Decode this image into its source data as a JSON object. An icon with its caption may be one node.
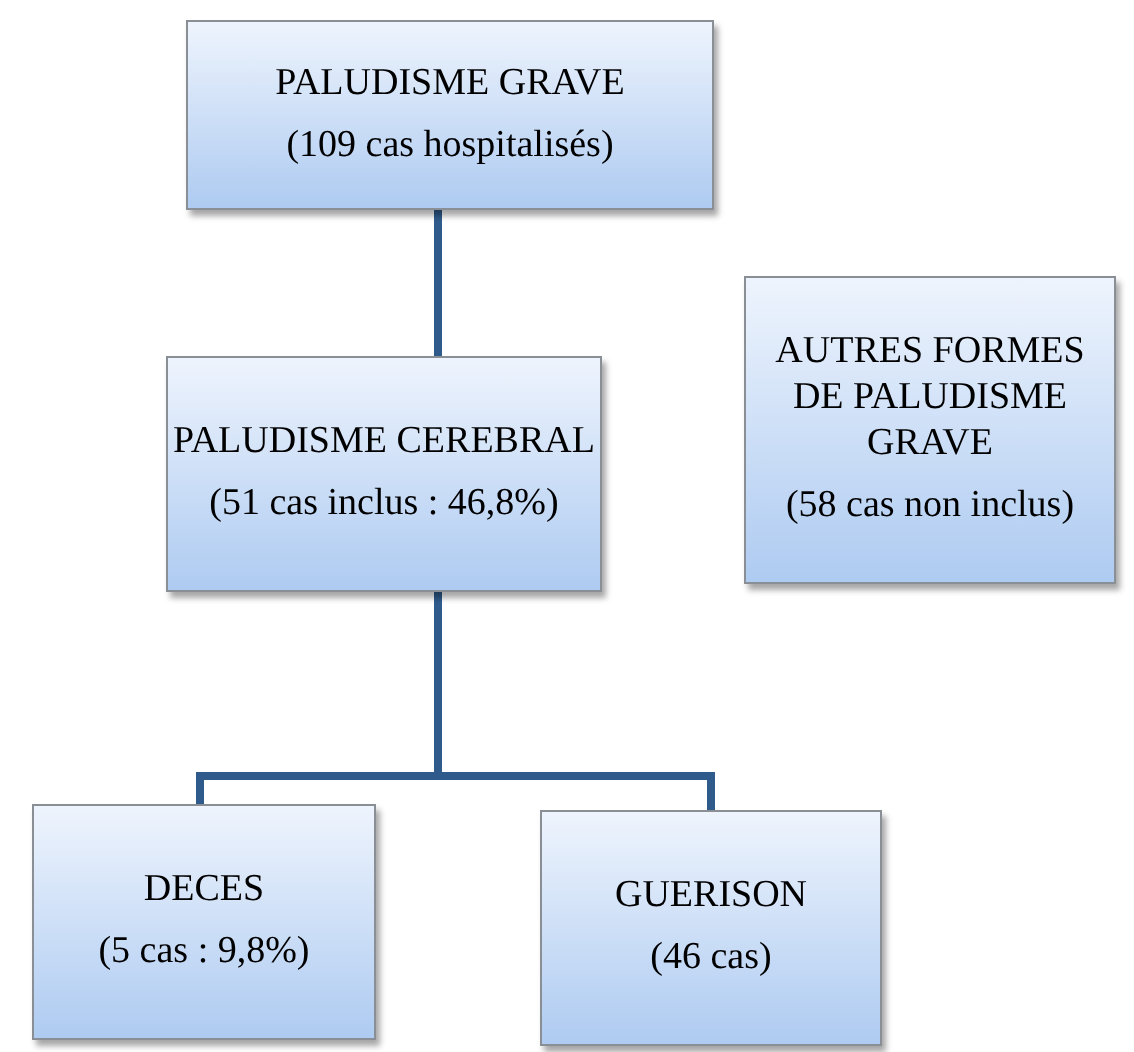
{
  "diagram": {
    "nodes": [
      {
        "text": [
          "PALUDISME GRAVE",
          "(109 cas hospitalisés)"
        ]
      },
      {
        "text": [
          "PALUDISME CEREBRAL",
          "(51 cas inclus : 46,8%)"
        ]
      },
      {
        "text": [
          "AUTRES FORMES DE PALUDISME GRAVE",
          "(58 cas non inclus)"
        ]
      },
      {
        "text": [
          "DECES",
          "(5 cas : 9,8%)"
        ]
      },
      {
        "text": [
          "GUERISON",
          "(46 cas)"
        ]
      }
    ],
    "edges": [
      {
        "from": 0,
        "to": 1,
        "arrow": "none"
      },
      {
        "from": 1,
        "to": 3,
        "arrow": "none"
      },
      {
        "from": 1,
        "to": 4,
        "arrow": "none"
      }
    ]
  }
}
